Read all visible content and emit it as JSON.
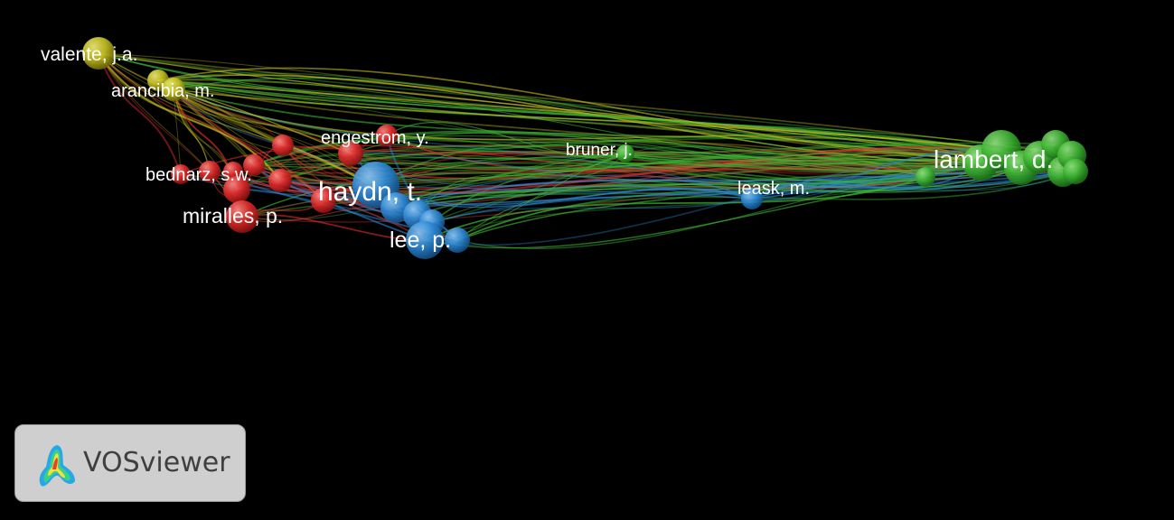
{
  "app": {
    "brand": "VOSviewer",
    "brand_icon": "vosviewer-heatmap-icon"
  },
  "network": {
    "background": "#000000",
    "clusters": [
      {
        "id": "red",
        "color": "#e0302e"
      },
      {
        "id": "green",
        "color": "#3fb535"
      },
      {
        "id": "blue",
        "color": "#2e8bd6"
      },
      {
        "id": "yellow",
        "color": "#c6c120"
      }
    ],
    "labels": [
      {
        "id": "valente",
        "text": "valente, j.a.",
        "cluster": "yellow"
      },
      {
        "id": "arancibia",
        "text": "arancibia, m.",
        "cluster": "yellow"
      },
      {
        "id": "engestrom",
        "text": "engestrom, y.",
        "cluster": "red"
      },
      {
        "id": "bednarz",
        "text": "bednarz, s.w.",
        "cluster": "red"
      },
      {
        "id": "miralles",
        "text": "miralles, p.",
        "cluster": "red"
      },
      {
        "id": "haydn",
        "text": "haydn, t.",
        "cluster": "blue"
      },
      {
        "id": "lee",
        "text": "lee, p.",
        "cluster": "blue"
      },
      {
        "id": "bruner",
        "text": "bruner, j.",
        "cluster": "green"
      },
      {
        "id": "leask",
        "text": "leask, m.",
        "cluster": "blue"
      },
      {
        "id": "lambert",
        "text": "lambert, d.",
        "cluster": "green"
      }
    ]
  }
}
